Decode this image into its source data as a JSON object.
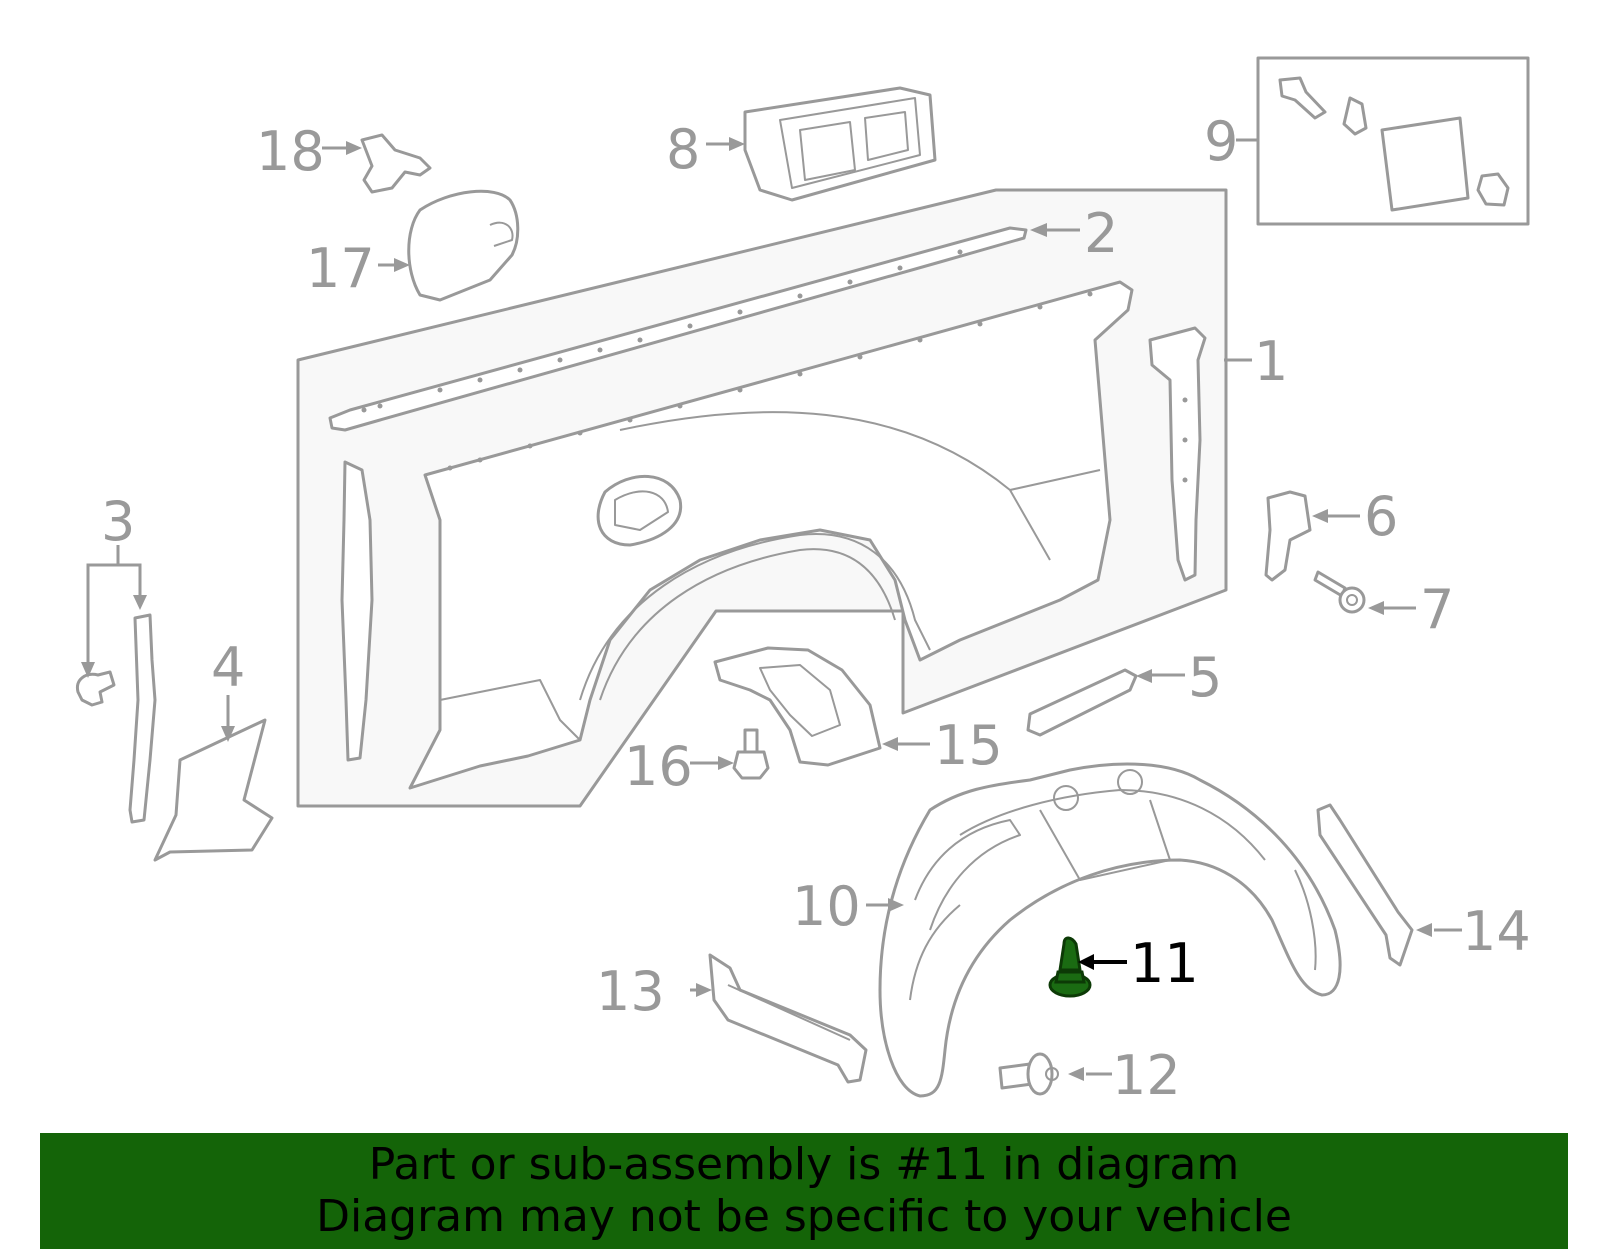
{
  "colors": {
    "line": "#999999",
    "panel_fill": "#f8f8f8",
    "highlight": "#1a6b12",
    "banner_bg": "#146408",
    "banner_text": "#000000",
    "highlight_label": "#000000"
  },
  "callouts": {
    "c1": "1",
    "c2": "2",
    "c3": "3",
    "c4": "4",
    "c5": "5",
    "c6": "6",
    "c7": "7",
    "c8": "8",
    "c9": "9",
    "c10": "10",
    "c11": "11",
    "c12": "12",
    "c13": "13",
    "c14": "14",
    "c15": "15",
    "c16": "16",
    "c17": "17",
    "c18": "18"
  },
  "highlighted_part": "11",
  "banner": {
    "line1": "Part or sub-assembly is #11 in diagram",
    "line2": "Diagram may not be specific to your vehicle"
  }
}
